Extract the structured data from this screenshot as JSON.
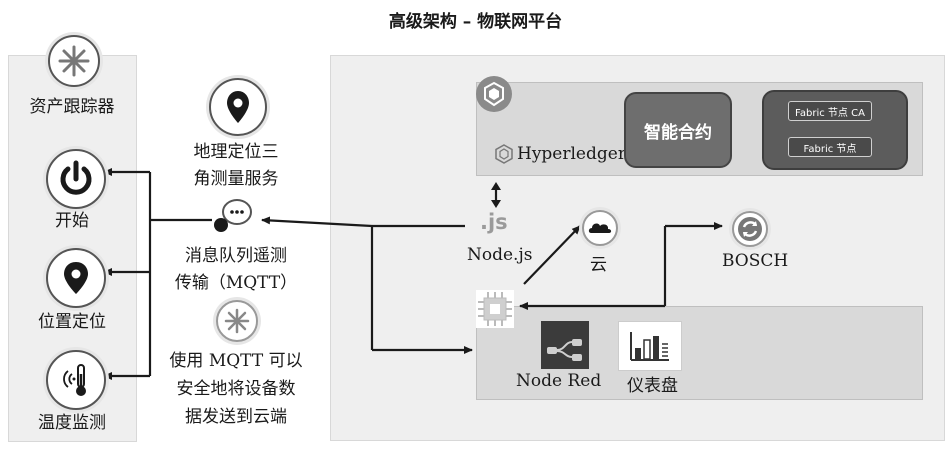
{
  "title": "高级架构 – 物联网平台",
  "left_panel": {
    "asset_tracker": "资产跟踪器",
    "start": "开始",
    "positioning": "位置定位",
    "temp_monitor": "温度监测"
  },
  "middle": {
    "geo_line1": "地理定位三",
    "geo_line2": "角测量服务",
    "mqtt_line1": "消息队列遥测",
    "mqtt_line2": "传输（MQTT）",
    "note_line1": "使用 MQTT 可以",
    "note_line2": "安全地将设备数",
    "note_line3": "据发送到云端"
  },
  "right_panel": {
    "hyperledger": "Hyperledger",
    "smart_contract": "智能合约",
    "fabric_ca": "Fabric 节点 CA",
    "fabric_node": "Fabric 节点",
    "nodejs_glyph": ".js",
    "nodejs": "Node.js",
    "cloud": "云",
    "bosch": "BOSCH",
    "node_red": "Node Red",
    "dashboard": "仪表盘"
  },
  "icons": [
    "asterisk-icon",
    "power-icon",
    "location-pin-icon",
    "thermometer-icon",
    "chat-bubble-icon",
    "cloud-icon",
    "refresh-icon",
    "chip-icon",
    "node-red-icon",
    "dashboard-icon",
    "hyperledger-icon"
  ],
  "colors": {
    "panel_bg": "#efefef",
    "band_bg": "#d9d9d9",
    "line": "#1a1a1a",
    "smart_contract_bg": "#6e6e6e",
    "fabric_bg": "#5c5c5c"
  }
}
